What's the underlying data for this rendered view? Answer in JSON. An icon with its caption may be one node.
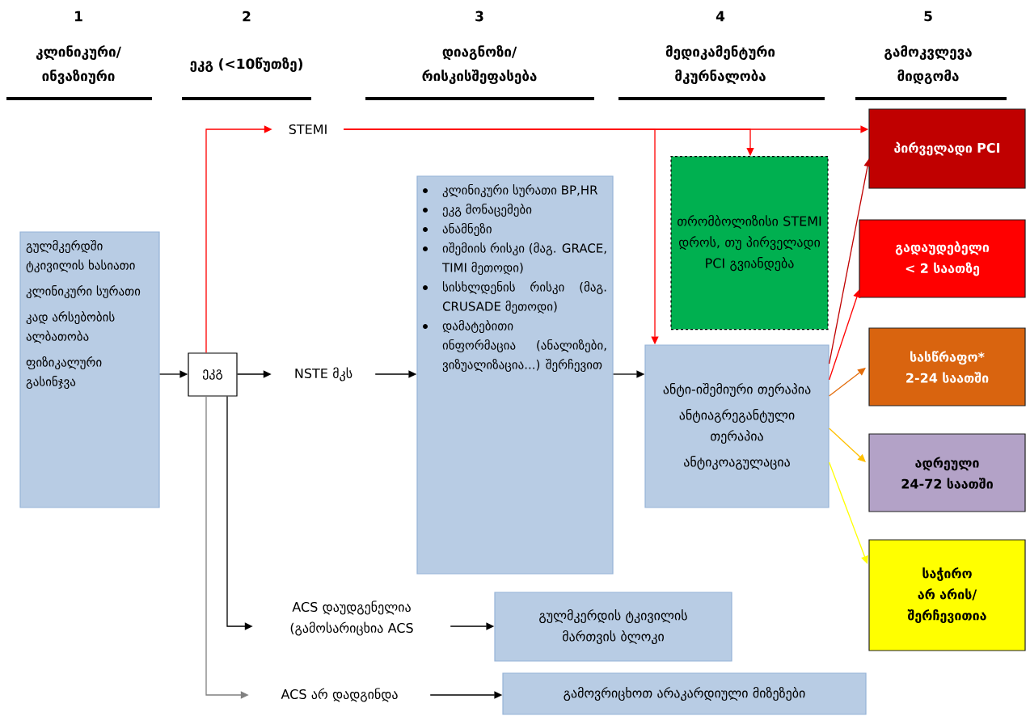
{
  "diagram": {
    "nodes": [
      {
        "text": [
          "გულმკერდში ტკივილის ხასიათი",
          "კლინიკური სურათი",
          "კად არსებობის ალბათობა",
          "ფიზიკალური გასინჯვა"
        ]
      },
      {
        "text": [
          "ეკგ"
        ]
      },
      {
        "text": [
          "STEMI"
        ]
      },
      {
        "text": [
          "NSTE მკს"
        ]
      },
      {
        "text": [
          "კლინიკური სურათი BP,HR",
          "ეკგ მონაცემები",
          "ანამნეზი",
          "იშემიის რისკი (მაგ. GRACE, TIMI მეთოდი)",
          "სისხლდენის რისკი (მაგ. CRUSADE მეთოდი)",
          "დამატებითი ინფორმაცია (ანალიზები, ვიზუალიზაცია...) შერჩევით"
        ]
      },
      {
        "text": [
          "თრომბოლიზისი STEMI დროს, თუ პირველადი PCI გვიანდება"
        ]
      },
      {
        "text": [
          "ანტი-იშემიური თერაპია",
          "ანტიაგრეგანტული თერაპია",
          "ანტიკოაგულაცია"
        ]
      },
      {
        "text": [
          "პირველადი PCI"
        ]
      },
      {
        "text": [
          "გადაუდებელი < 2 საათზე"
        ]
      },
      {
        "text": [
          "სასწრაფო* 2-24 საათში"
        ]
      },
      {
        "text": [
          "ადრეული 24-72 საათში"
        ]
      },
      {
        "text": [
          "საჭირო არ არის/ შერჩევითია"
        ]
      },
      {
        "text": [
          "ACS დაუდგენელია (გამოსარიცხია ACS"
        ]
      },
      {
        "text": [
          "გულმკერდის ტკივილის მართვის ბლოკი"
        ]
      },
      {
        "text": [
          "ACS არ დადგინდა"
        ]
      },
      {
        "text": [
          "გამოვრიცხოთ არაკარდიული მიზეზები"
        ]
      }
    ],
    "edges": [
      {
        "from": 0,
        "to": 1,
        "arrow": "to"
      },
      {
        "from": 1,
        "to": 2,
        "arrow": "to",
        "color": "#ff0000"
      },
      {
        "from": 1,
        "to": 3,
        "arrow": "to"
      },
      {
        "from": 3,
        "to": 4,
        "arrow": "to"
      },
      {
        "from": 4,
        "to": 6,
        "arrow": "to"
      },
      {
        "from": 2,
        "to": 7,
        "arrow": "to",
        "color": "#ff0000"
      },
      {
        "from": 2,
        "to": 5,
        "arrow": "to",
        "color": "#ff0000"
      },
      {
        "from": 2,
        "to": 6,
        "arrow": "to",
        "color": "#ff0000"
      },
      {
        "from": 6,
        "to": 7,
        "arrow": "to",
        "color": "#c00000"
      },
      {
        "from": 6,
        "to": 8,
        "arrow": "to",
        "color": "#ff0000"
      },
      {
        "from": 6,
        "to": 9,
        "arrow": "to",
        "color": "#e36c0a"
      },
      {
        "from": 6,
        "to": 10,
        "arrow": "to",
        "color": "#ffc000"
      },
      {
        "from": 6,
        "to": 11,
        "arrow": "to",
        "color": "#ffff00"
      },
      {
        "from": 1,
        "to": 12,
        "arrow": "to"
      },
      {
        "from": 1,
        "to": 14,
        "arrow": "to",
        "color": "#808080"
      },
      {
        "from": 12,
        "to": 13,
        "arrow": "to"
      },
      {
        "from": 14,
        "to": 15,
        "arrow": "to"
      }
    ],
    "labels": [
      "1",
      "კლინიკური/ ინვაზიური",
      "2",
      "ეკგ (<10წუთზე)",
      "3",
      "დიაგნოზი/ რისკისშეფასება",
      "4",
      "მედიკამენტური მკურნალობა",
      "5",
      "გამოკვლევა მიდგომა"
    ]
  }
}
